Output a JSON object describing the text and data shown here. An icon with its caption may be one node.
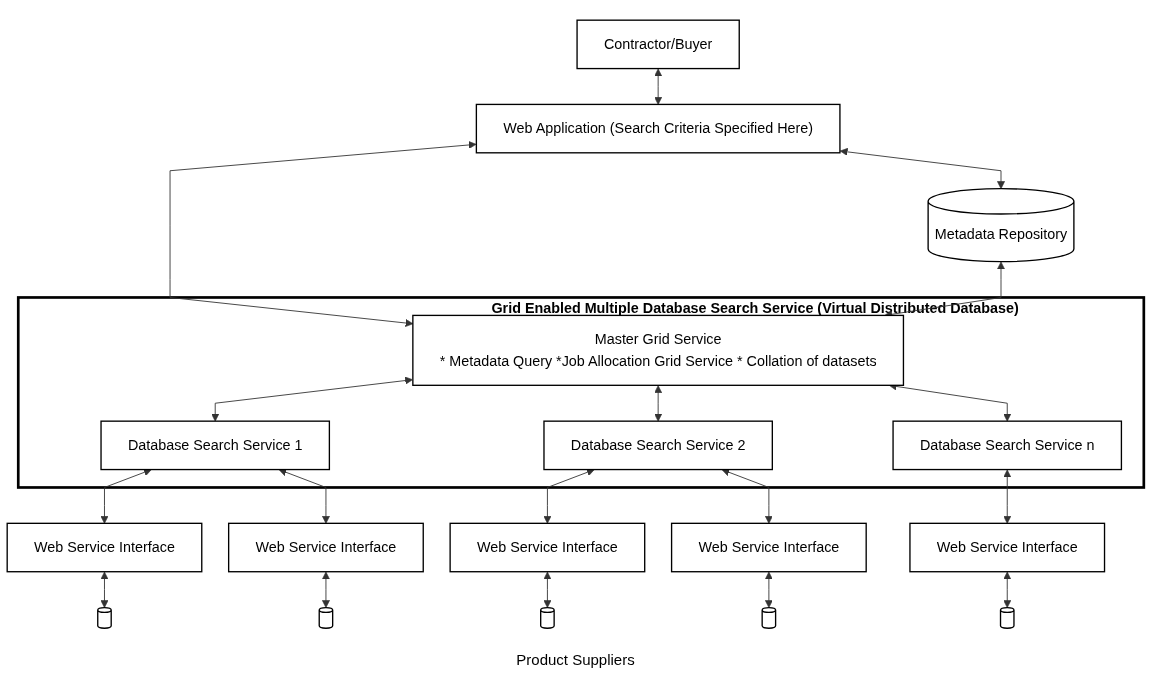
{
  "diagram": {
    "nodes": [
      {
        "text": [
          "Contractor/Buyer"
        ]
      },
      {
        "text": [
          "Web Application (Search Criteria Specified Here)"
        ]
      },
      {
        "text": [
          "Metadata Repository"
        ]
      },
      {
        "text": [
          "Grid Enabled Multiple Database Search Service (Virtual Distributed Database)"
        ]
      },
      {
        "text": [
          "Master Grid Service",
          "* Metadata Query *Job Allocation Grid Service * Collation of datasets"
        ],
        "in": 3
      },
      {
        "text": [
          "Database Search Service 1"
        ],
        "in": 3
      },
      {
        "text": [
          "Database Search Service 2"
        ],
        "in": 3
      },
      {
        "text": [
          "Database Search Service n"
        ],
        "in": 3
      },
      {
        "text": [
          "Web Service Interface"
        ]
      },
      {
        "text": [
          "Web Service Interface"
        ]
      },
      {
        "text": [
          "Web Service Interface"
        ]
      },
      {
        "text": [
          "Web Service Interface"
        ]
      },
      {
        "text": [
          "Web Service Interface"
        ]
      },
      {
        "text": [],
        "shape": "cylinder"
      },
      {
        "text": [],
        "shape": "cylinder"
      },
      {
        "text": [],
        "shape": "cylinder"
      },
      {
        "text": [],
        "shape": "cylinder"
      },
      {
        "text": [],
        "shape": "cylinder"
      }
    ],
    "edges": [
      {
        "from": 0,
        "to": 1,
        "arrow": "both"
      },
      {
        "from": 1,
        "to": 2,
        "arrow": "both"
      },
      {
        "from": 1,
        "to": 4,
        "arrow": "both"
      },
      {
        "from": 2,
        "to": 4,
        "arrow": "both"
      },
      {
        "from": 4,
        "to": 5,
        "arrow": "both"
      },
      {
        "from": 4,
        "to": 6,
        "arrow": "both"
      },
      {
        "from": 4,
        "to": 7,
        "arrow": "both"
      },
      {
        "from": 5,
        "to": 8,
        "arrow": "both"
      },
      {
        "from": 5,
        "to": 9,
        "arrow": "both"
      },
      {
        "from": 6,
        "to": 10,
        "arrow": "both"
      },
      {
        "from": 6,
        "to": 11,
        "arrow": "both"
      },
      {
        "from": 7,
        "to": 12,
        "arrow": "both"
      },
      {
        "from": 8,
        "to": 13,
        "arrow": "both"
      },
      {
        "from": 9,
        "to": 14,
        "arrow": "both"
      },
      {
        "from": 10,
        "to": 15,
        "arrow": "both"
      },
      {
        "from": 11,
        "to": 16,
        "arrow": "both"
      },
      {
        "from": 12,
        "to": 17,
        "arrow": "both"
      }
    ],
    "labels": [
      "Product Suppliers"
    ]
  }
}
